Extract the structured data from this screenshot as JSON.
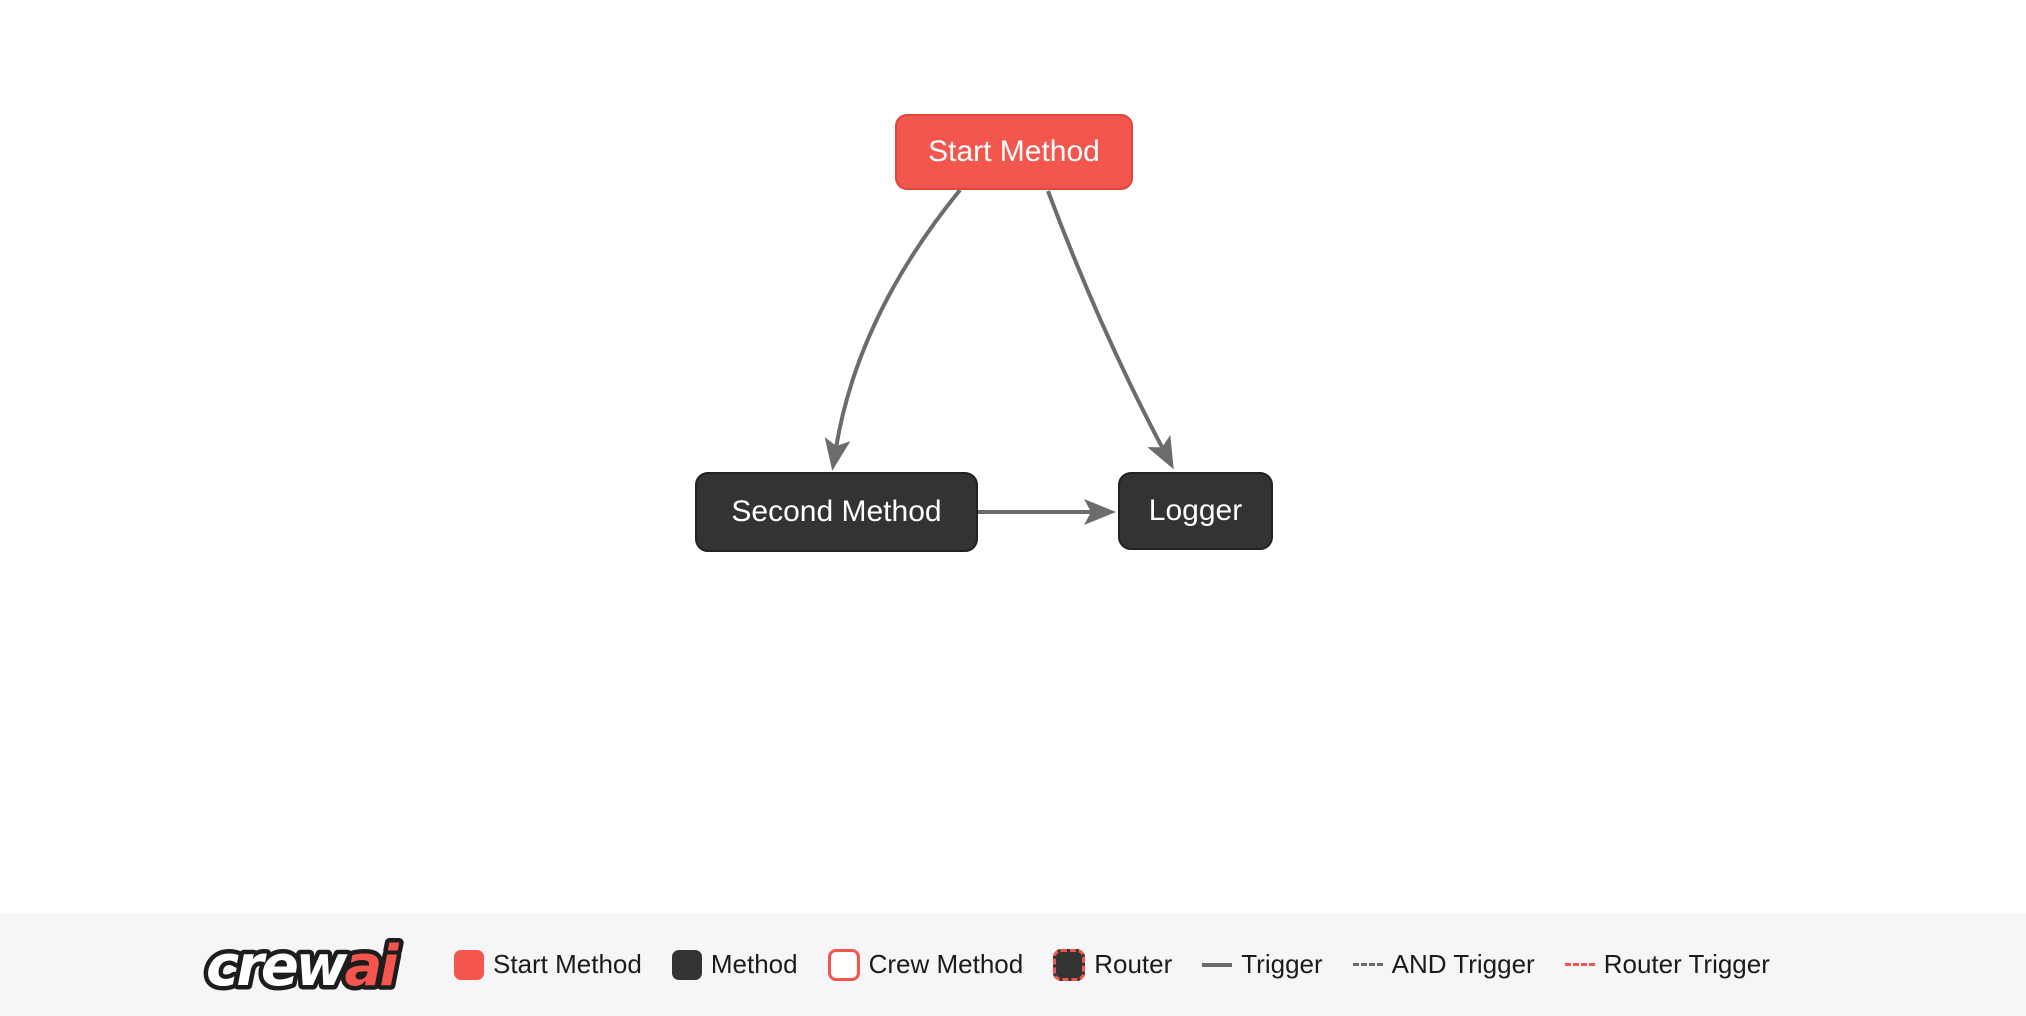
{
  "diagram": {
    "nodes": [
      {
        "id": "start_method",
        "label": "Start Method",
        "type": "start-method"
      },
      {
        "id": "second_method",
        "label": "Second Method",
        "type": "method"
      },
      {
        "id": "logger",
        "label": "Logger",
        "type": "method"
      }
    ],
    "edges": [
      {
        "from": "start_method",
        "to": "second_method",
        "type": "trigger"
      },
      {
        "from": "start_method",
        "to": "logger",
        "type": "trigger"
      },
      {
        "from": "second_method",
        "to": "logger",
        "type": "trigger"
      }
    ]
  },
  "legend": {
    "logo": {
      "crew": "crew",
      "ai": "ai"
    },
    "items": [
      {
        "label": "Start Method",
        "swatch": "start-square"
      },
      {
        "label": "Method",
        "swatch": "method-square"
      },
      {
        "label": "Crew Method",
        "swatch": "crew-square"
      },
      {
        "label": "Router",
        "swatch": "router-square"
      },
      {
        "label": "Trigger",
        "swatch": "solid-line"
      },
      {
        "label": "AND Trigger",
        "swatch": "dashed-line"
      },
      {
        "label": "Router Trigger",
        "swatch": "red-dashed-line"
      }
    ]
  },
  "colors": {
    "accent_red": "#F4564D",
    "accent_red_border": "#E2453C",
    "node_dark": "#333333",
    "edge_gray": "#6C6C6C",
    "footer_bg": "#F6F6F8",
    "legend_text": "#1B1B1B",
    "canvas_bg": "#FFFFFF"
  }
}
